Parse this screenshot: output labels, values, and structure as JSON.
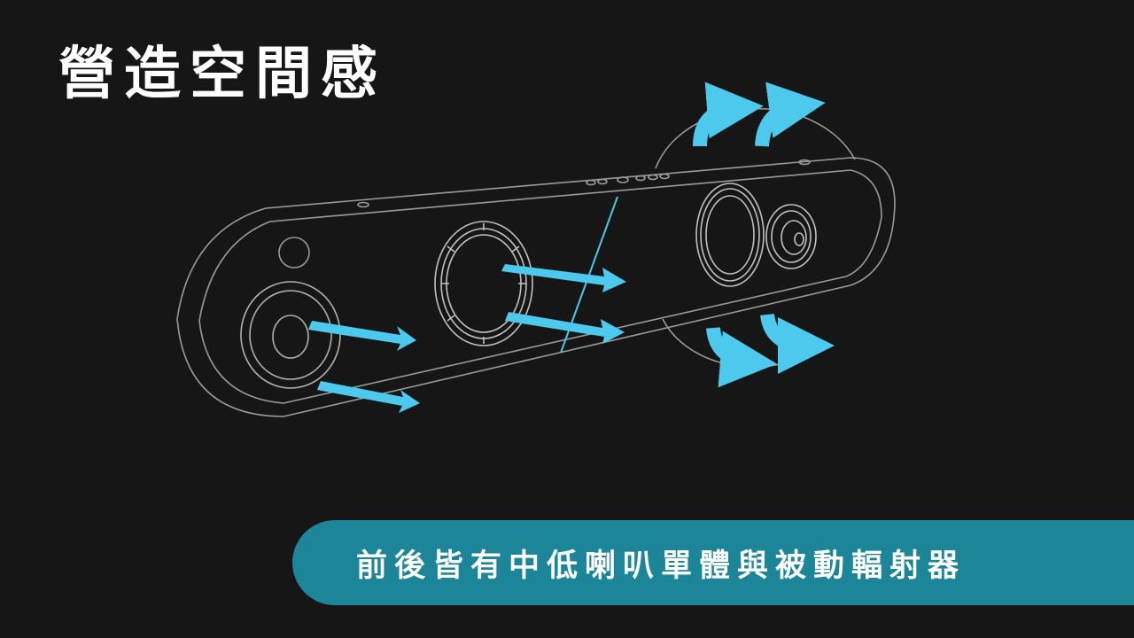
{
  "title": "營造空間感",
  "caption": "前後皆有中低喇叭單體與被動輻射器",
  "colors": {
    "background": "#161616",
    "line_art": "#9a9a9a",
    "arrow": "#4cc9ec",
    "caption_bar": "#1c8597",
    "text": "#ffffff"
  },
  "illustration": {
    "subject": "soundbar exploded line drawing",
    "icons": [
      "speaker-driver-icon",
      "passive-radiator-icon",
      "sound-direction-arrow-icon"
    ]
  }
}
